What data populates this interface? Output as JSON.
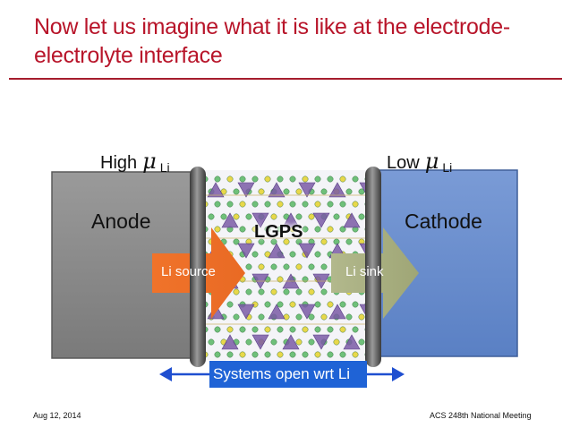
{
  "slide": {
    "title": "Now let us imagine what it is like at the electrode-electrolyte interface",
    "footer_date": "Aug 12, 2014",
    "footer_event": "ACS 248th National Meeting"
  },
  "diagram": {
    "high_label": "High",
    "low_label": "Low",
    "mu_symbol": "μ",
    "mu_subscript": "Li",
    "anode_label": "Anode",
    "cathode_label": "Cathode",
    "electrolyte_label": "LGPS",
    "li_source_label": "Li source",
    "li_sink_label": "Li sink",
    "open_system_label": "Systems open wrt Li",
    "colors": {
      "title": "#b8152a",
      "anode": "#8a8a8a",
      "cathode": "#6a8fcf",
      "li_source_arrow": "#f07a30",
      "li_sink_arrow": "#a6ad7c",
      "open_system_box": "#1f63d6",
      "double_arrow": "#1f4fd0"
    }
  }
}
